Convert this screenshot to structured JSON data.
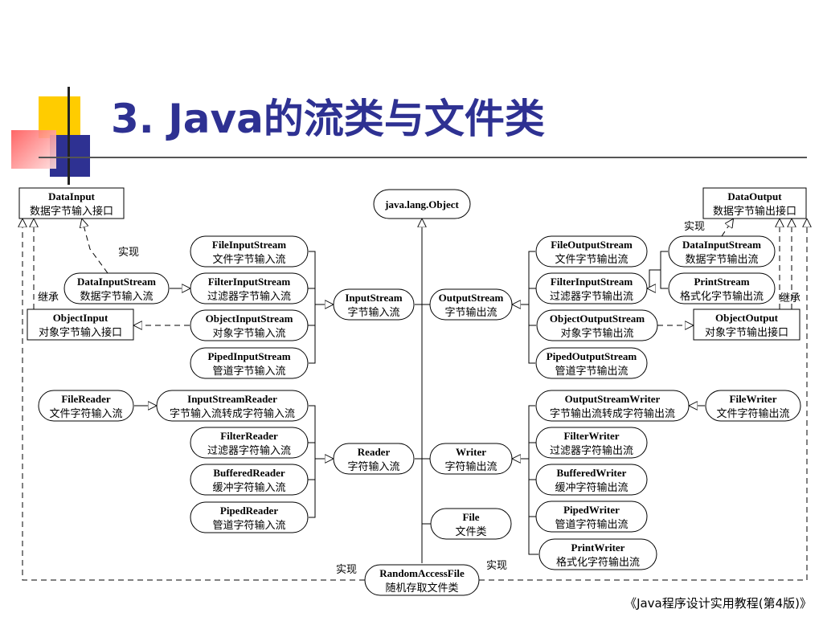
{
  "title": "3. Java的流类与文件类",
  "footer": "《Java程序设计实用教程(第4版)》",
  "relation_labels": {
    "implement": "实现",
    "inherit": "继承"
  },
  "nodes": {
    "object": {
      "name": "java.lang.Object",
      "desc": ""
    },
    "data_input": {
      "name": "DataInput",
      "desc": "数据字节输入接口"
    },
    "data_output": {
      "name": "DataOutput",
      "desc": "数据字节输出接口"
    },
    "data_input_stream": {
      "name": "DataInputStream",
      "desc": "数据字节输入流"
    },
    "object_input": {
      "name": "ObjectInput",
      "desc": "对象字节输入接口"
    },
    "file_input_stream": {
      "name": "FileInputStream",
      "desc": "文件字节输入流"
    },
    "filter_input_stream": {
      "name": "FilterInputStream",
      "desc": "过滤器字节输入流"
    },
    "object_input_stream": {
      "name": "ObjectInputStream",
      "desc": "对象字节输入流"
    },
    "piped_input_stream": {
      "name": "PipedInputStream",
      "desc": "管道字节输入流"
    },
    "input_stream": {
      "name": "InputStream",
      "desc": "字节输入流"
    },
    "output_stream": {
      "name": "OutputStream",
      "desc": "字节输出流"
    },
    "file_output_stream": {
      "name": "FileOutputStream",
      "desc": "文件字节输出流"
    },
    "filter_output_stream": {
      "name": "FilterInputStream",
      "desc": "过滤器字节输出流"
    },
    "object_output_stream": {
      "name": "ObjectOutputStream",
      "desc": "对象字节输出流"
    },
    "piped_output_stream": {
      "name": "PipedOutputStream",
      "desc": "管道字节输出流"
    },
    "data_output_stream": {
      "name": "DataInputStream",
      "desc": "数据字节输出流"
    },
    "print_stream": {
      "name": "PrintStream",
      "desc": "格式化字节输出流"
    },
    "object_output": {
      "name": "ObjectOutput",
      "desc": "对象字节输出接口"
    },
    "file_reader": {
      "name": "FileReader",
      "desc": "文件字符输入流"
    },
    "input_stream_reader": {
      "name": "InputStreamReader",
      "desc": "字节输入流转成字符输入流"
    },
    "filter_reader": {
      "name": "FilterReader",
      "desc": "过滤器字符输入流"
    },
    "buffered_reader": {
      "name": "BufferedReader",
      "desc": "缓冲字符输入流"
    },
    "piped_reader": {
      "name": "PipedReader",
      "desc": "管道字符输入流"
    },
    "reader": {
      "name": "Reader",
      "desc": "字符输入流"
    },
    "writer": {
      "name": "Writer",
      "desc": "字符输出流"
    },
    "file": {
      "name": "File",
      "desc": "文件类"
    },
    "random_access_file": {
      "name": "RandomAccessFile",
      "desc": "随机存取文件类"
    },
    "output_stream_writer": {
      "name": "OutputStreamWriter",
      "desc": "字节输出流转成字符输出流"
    },
    "file_writer": {
      "name": "FileWriter",
      "desc": "文件字符输出流"
    },
    "filter_writer": {
      "name": "FilterWriter",
      "desc": "过滤器字符输出流"
    },
    "buffered_writer": {
      "name": "BufferedWriter",
      "desc": "缓冲字符输出流"
    },
    "piped_writer": {
      "name": "PipedWriter",
      "desc": "管道字符输出流"
    },
    "print_writer": {
      "name": "PrintWriter",
      "desc": "格式化字符输出流"
    }
  },
  "colors": {
    "title": "#2e3192",
    "deco_yellow": "#ffcc00",
    "deco_blue": "#2e3192",
    "deco_red": "#ff3333"
  }
}
